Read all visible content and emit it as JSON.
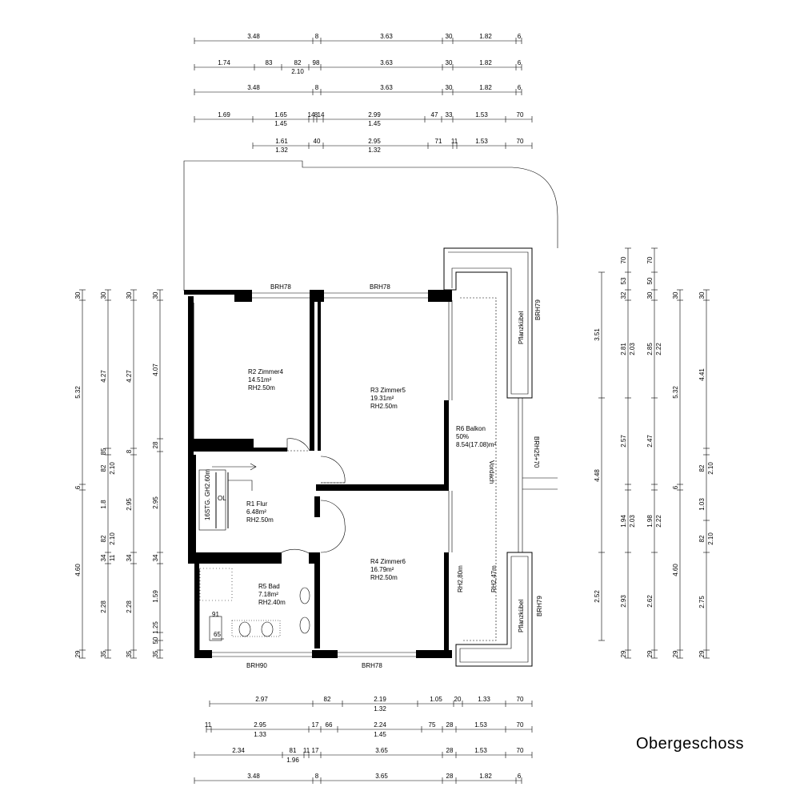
{
  "title": "Obergeschoss",
  "rooms": {
    "r2": {
      "name": "R2  Zimmer4",
      "area": "14.51m²",
      "height": "RH2.50m"
    },
    "r3": {
      "name": "R3  Zimmer5",
      "area": "19.31m²",
      "height": "RH2.50m"
    },
    "r1": {
      "name": "R1  Flur",
      "area": "6.48m²",
      "height": "RH2.50m"
    },
    "r4": {
      "name": "R4  Zimmer6",
      "area": "16.79m²",
      "height": "RH2.50m"
    },
    "r5": {
      "name": "R5  Bad",
      "area": "7.18m²",
      "height": "RH2.40m"
    },
    "r6": {
      "name": "R6  Balkon",
      "share": "50%",
      "area": "8.54(17.08)m²"
    }
  },
  "labels": {
    "brh78_top_left": "BRH78",
    "brh78_top_right": "BRH78",
    "brh90": "BRH90",
    "brh78_bottom": "BRH78",
    "brh25_70": "BRH25+70",
    "brh79_upper": "BRH79",
    "brh79_lower": "BRH79",
    "pflanzkuebel_upper": "Pflanzkübel",
    "pflanzkuebel_lower": "Pflanzkübel",
    "vordach": "Vordach",
    "rh247": "RH2,47m",
    "rh280": "RH2,80m",
    "stair": "16STG. GH2.60m",
    "ol": "OL",
    "n91": "91",
    "n65": "65"
  },
  "dims_top": [
    {
      "line": "",
      "values": [
        [
          "3.48",
          ""
        ],
        [
          "8",
          ""
        ],
        [
          "3.63",
          ""
        ],
        [
          "30",
          ""
        ],
        [
          "1.82",
          ""
        ],
        [
          "6",
          ""
        ]
      ]
    },
    {
      "line": "",
      "values": [
        [
          "1.74",
          ""
        ],
        [
          "83",
          ""
        ],
        [
          "82",
          "2.10"
        ],
        [
          "98",
          ""
        ],
        [
          "3.63",
          ""
        ],
        [
          "30",
          ""
        ],
        [
          "1.82",
          ""
        ],
        [
          "6",
          ""
        ]
      ]
    },
    {
      "line": "",
      "values": [
        [
          "3.48",
          ""
        ],
        [
          "8",
          ""
        ],
        [
          "3.63",
          ""
        ],
        [
          "30",
          ""
        ],
        [
          "1.82",
          ""
        ],
        [
          "6",
          ""
        ]
      ]
    },
    {
      "line": "",
      "values": [
        [
          "1.69",
          ""
        ],
        [
          "1.65",
          "1.45"
        ],
        [
          "14",
          ""
        ],
        [
          "8",
          ""
        ],
        [
          "14",
          ""
        ],
        [
          "2.99",
          "1.45"
        ],
        [
          "47",
          ""
        ],
        [
          "33",
          ""
        ],
        [
          "1.53",
          ""
        ],
        [
          "70",
          ""
        ]
      ]
    },
    {
      "line": "",
      "values": [
        [
          "1.61",
          "1.32"
        ],
        [
          "40",
          ""
        ],
        [
          "2.95",
          "1.32"
        ],
        [
          "71",
          ""
        ],
        [
          "11",
          ""
        ],
        [
          "1.53",
          ""
        ],
        [
          "70",
          ""
        ]
      ]
    }
  ],
  "dims_bottom": [
    {
      "values": [
        [
          "2.97",
          ""
        ],
        [
          "82",
          ""
        ],
        [
          "2.19",
          "1.32"
        ],
        [
          "1.05",
          ""
        ],
        [
          "20",
          ""
        ],
        [
          "1.33",
          ""
        ],
        [
          "70",
          ""
        ]
      ]
    },
    {
      "values": [
        [
          "11",
          ""
        ],
        [
          "2.95",
          "1.33"
        ],
        [
          "17",
          ""
        ],
        [
          "66",
          ""
        ],
        [
          "2.24",
          "1.45"
        ],
        [
          "75",
          ""
        ],
        [
          "28",
          ""
        ],
        [
          "1.53",
          ""
        ],
        [
          "70",
          ""
        ]
      ]
    },
    {
      "values": [
        [
          "2.34",
          ""
        ],
        [
          "81",
          "1.96"
        ],
        [
          "11",
          ""
        ],
        [
          "17",
          ""
        ],
        [
          "3.65",
          ""
        ],
        [
          "28",
          ""
        ],
        [
          "1.53",
          ""
        ],
        [
          "70",
          ""
        ]
      ]
    },
    {
      "values": [
        [
          "3.48",
          ""
        ],
        [
          "8",
          ""
        ],
        [
          "3.65",
          ""
        ],
        [
          "28",
          ""
        ],
        [
          "1.82",
          ""
        ],
        [
          "6",
          ""
        ]
      ]
    }
  ],
  "dims_left": [
    {
      "values": [
        "30",
        "5.32",
        "6",
        "4.60",
        "29"
      ]
    },
    {
      "values": [
        "30",
        "4.27",
        "85",
        "82",
        "2.10",
        "1.8",
        "82",
        "2.10",
        "34",
        "11",
        "2.28",
        "35"
      ]
    },
    {
      "values": [
        "30",
        "4.27",
        "8",
        "2.95",
        "34",
        "2.28",
        "35"
      ]
    },
    {
      "values": [
        "30",
        "4.07",
        "28",
        "2.95",
        "34",
        "1.59",
        "1.25",
        "50",
        "35"
      ]
    }
  ],
  "dims_right": [
    {
      "values": [
        "3.51",
        "4.48",
        "2.52"
      ]
    },
    {
      "values": [
        "70",
        "53",
        "32",
        "2.81",
        "2.03",
        "2.57",
        "1.94",
        "2.03",
        "2.93",
        "29"
      ]
    },
    {
      "values": [
        "70",
        "50",
        "30",
        "2.85",
        "2.22",
        "2.47",
        "1.98",
        "2.22",
        "2.62",
        "29"
      ]
    },
    {
      "values": [
        "30",
        "5.32",
        "6",
        "4.60",
        "29"
      ]
    },
    {
      "values": [
        "30",
        "4.41",
        "82",
        "2.10",
        "1.03",
        "82",
        "2.10",
        "2.75",
        "29"
      ]
    }
  ]
}
